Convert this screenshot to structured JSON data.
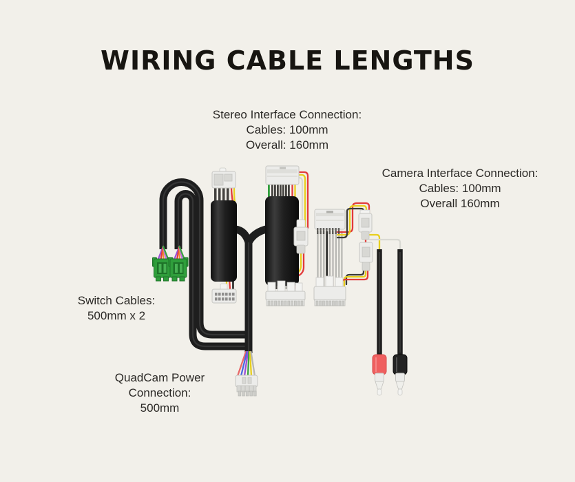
{
  "title": "WIRING CABLE LENGTHS",
  "annotations": {
    "stereo": {
      "lines": [
        "Stereo Interface Connection:",
        "Cables: 100mm",
        "Overall: 160mm"
      ]
    },
    "camera": {
      "lines": [
        "Camera Interface Connection:",
        "Cables: 100mm",
        "Overall 160mm"
      ]
    },
    "switch": {
      "lines": [
        "Switch Cables:",
        "500mm x 2"
      ]
    },
    "quadcam": {
      "lines": [
        "QuadCam Power",
        "Connection:",
        "500mm"
      ]
    }
  },
  "colors": {
    "background": "#f2f0ea",
    "title": "#171511",
    "text": "#2b2926",
    "cable_black": "#1e1e1e",
    "connector_white": "#ececea",
    "connector_green": "#2f9e3b",
    "rca_red": "#ef5f5f",
    "rca_black": "#232323",
    "wire_red": "#e23b3b",
    "wire_yellow": "#e8cf1e",
    "wire_blue": "#4868e0",
    "wire_purple": "#9a4fd6",
    "wire_green": "#3aa23f",
    "wire_gray": "#b7b7b3"
  }
}
